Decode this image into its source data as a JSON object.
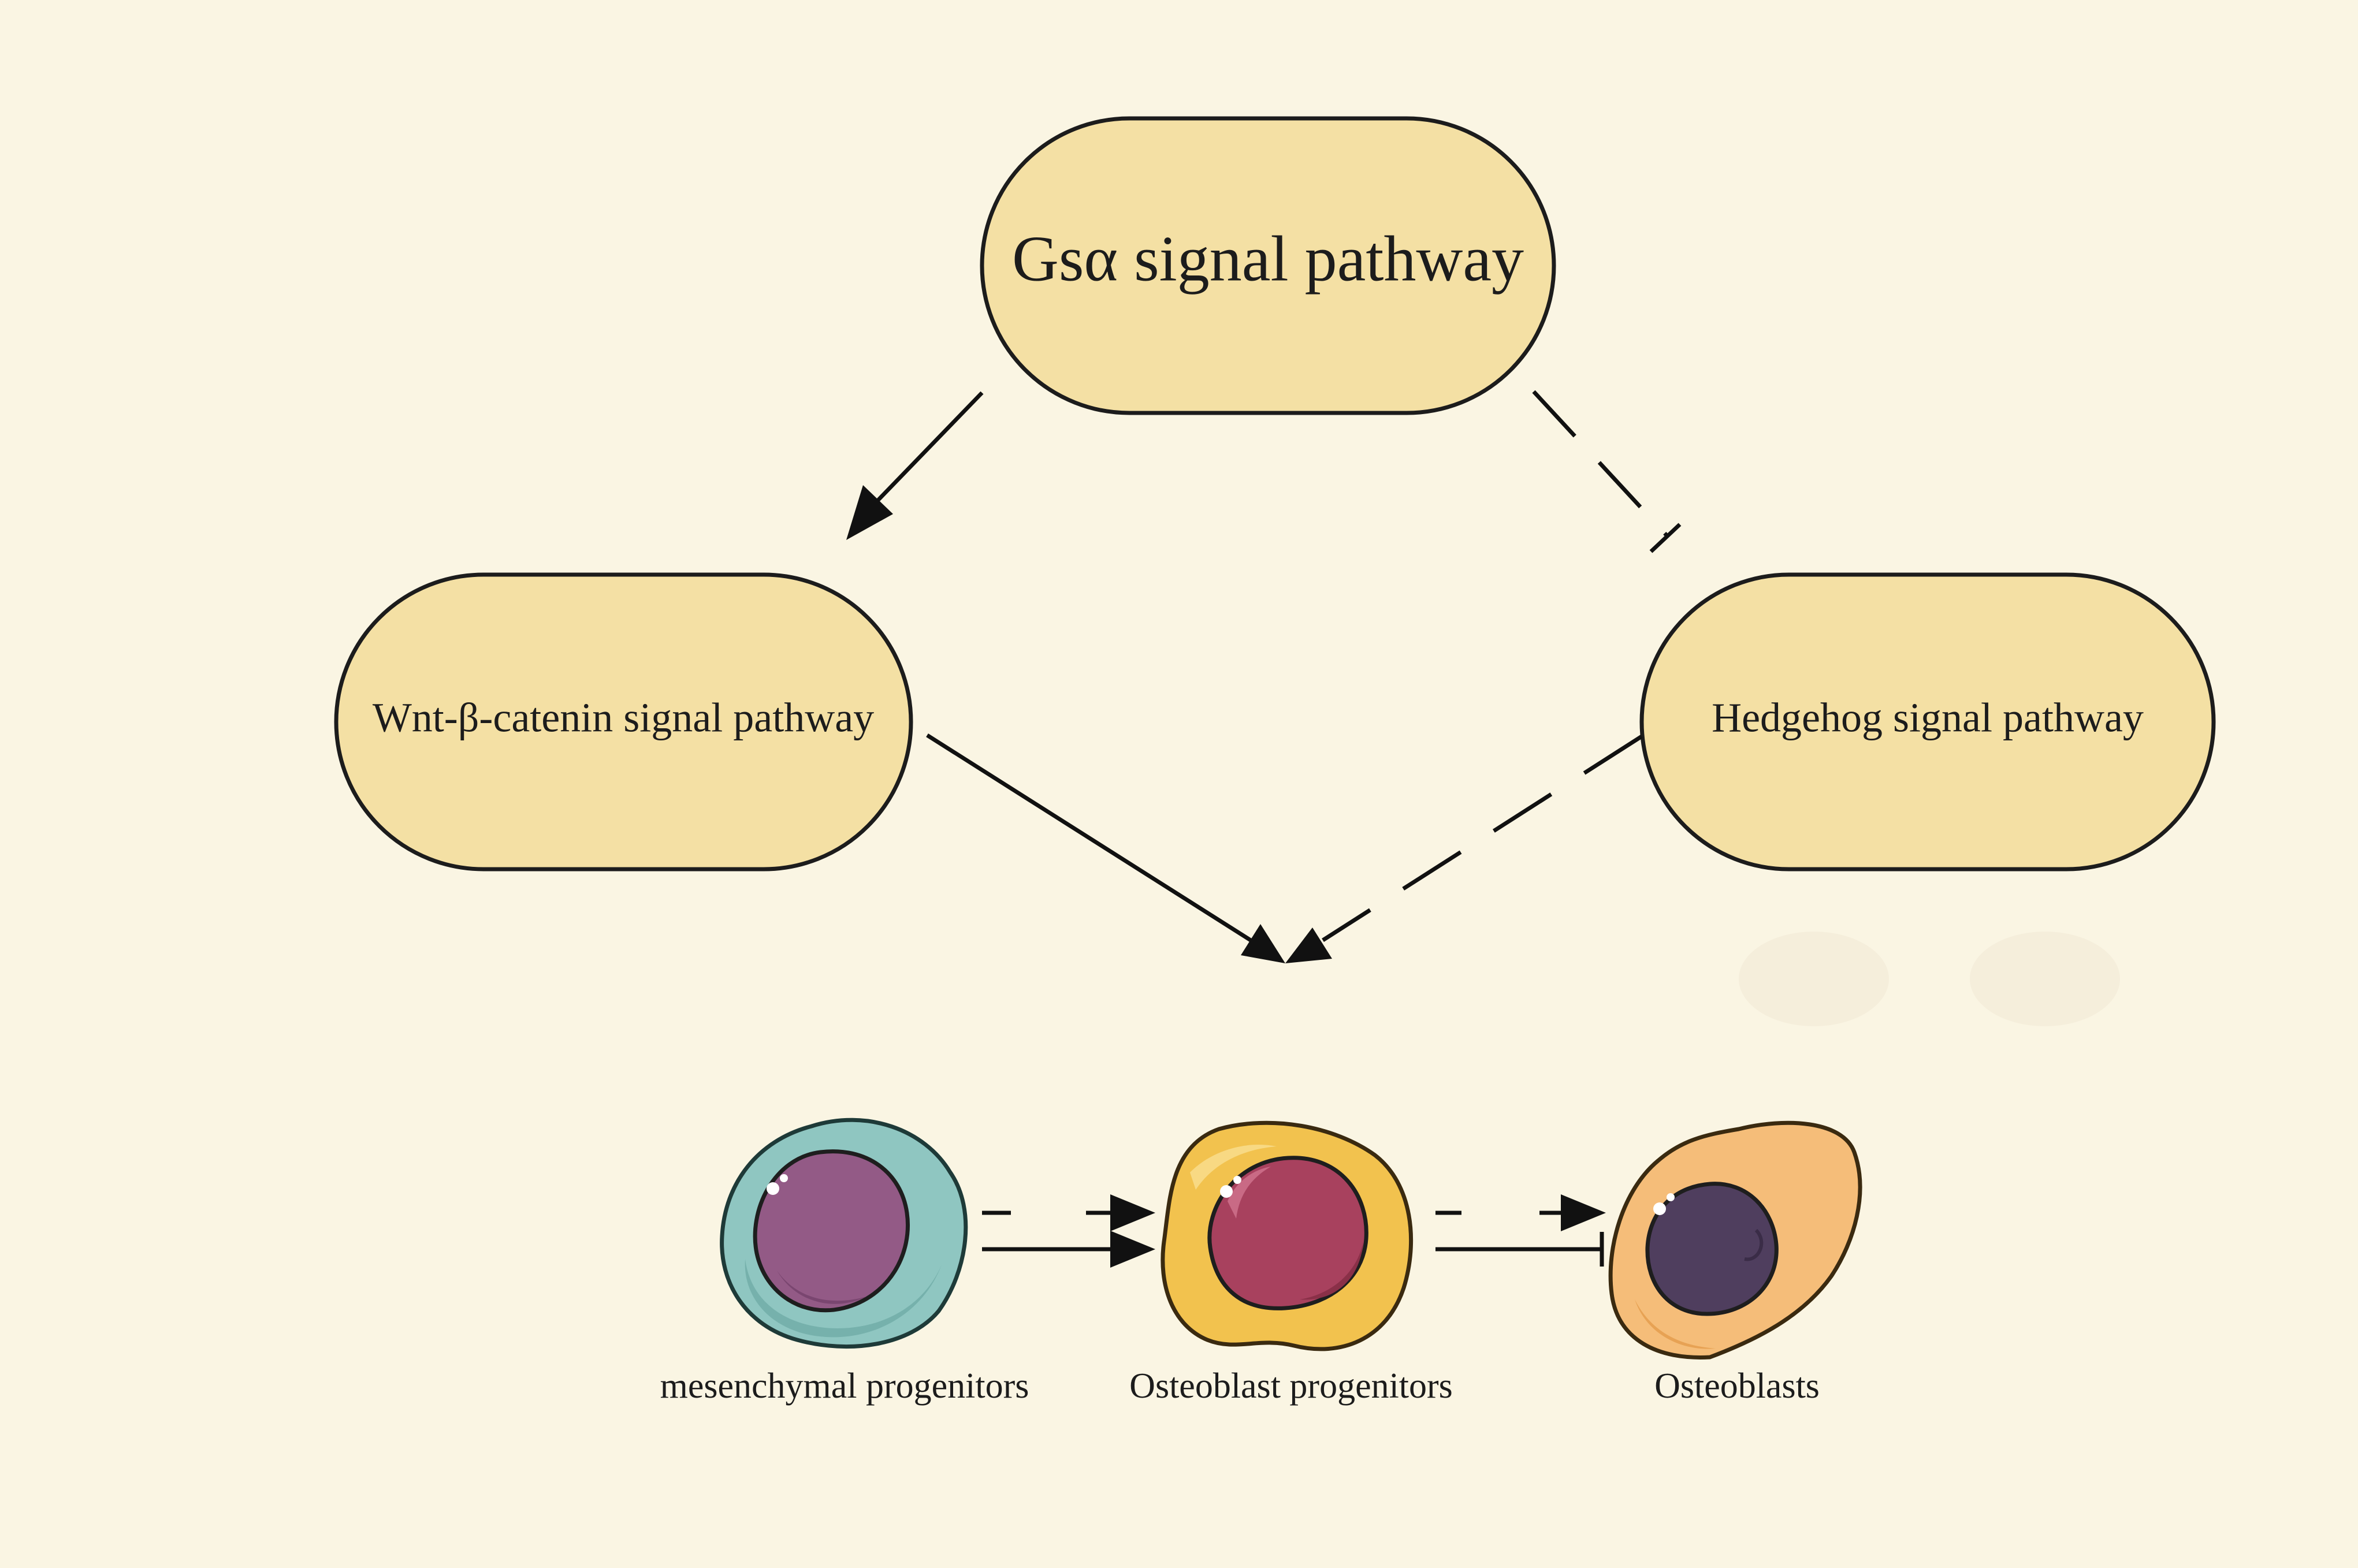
{
  "colors": {
    "background": "#faf5e3",
    "node_fill": "#f4e0a4",
    "node_stroke": "#1c1c1c",
    "mesenchymal_cell": "#8fc6c1",
    "mesenchymal_nucleus": "#935a86",
    "osteoblast_progenitor_cell": "#f2c24e",
    "osteoblast_progenitor_nucleus": "#a8415e",
    "osteoblast_cell": "#f5bd79",
    "osteoblast_nucleus": "#4f3e5e"
  },
  "nodes": {
    "gsa": {
      "label": "Gsα signal pathway"
    },
    "wnt": {
      "label": "Wnt-β-catenin signal pathway"
    },
    "hedgehog": {
      "label": "Hedgehog signal pathway"
    }
  },
  "edges": [
    {
      "from": "gsa",
      "to": "wnt",
      "style": "solid",
      "type": "activation"
    },
    {
      "from": "gsa",
      "to": "hedgehog",
      "style": "dashed",
      "type": "inhibition"
    },
    {
      "from": "wnt",
      "to": "differentiation",
      "style": "solid",
      "type": "activation"
    },
    {
      "from": "hedgehog",
      "to": "differentiation",
      "style": "dashed",
      "type": "activation"
    }
  ],
  "cells": [
    {
      "label": "mesenchymal progenitors",
      "icon": "mesenchymal-cell-icon"
    },
    {
      "label": "Osteoblast progenitors",
      "icon": "osteoblast-progenitor-cell-icon"
    },
    {
      "label": "Osteoblasts",
      "icon": "osteoblast-cell-icon"
    }
  ],
  "transitions": [
    {
      "from": "mesenchymal progenitors",
      "to": "Osteoblast progenitors",
      "dashed": "activation",
      "solid": "activation"
    },
    {
      "from": "Osteoblast progenitors",
      "to": "Osteoblasts",
      "dashed": "activation",
      "solid": "inhibition"
    }
  ]
}
